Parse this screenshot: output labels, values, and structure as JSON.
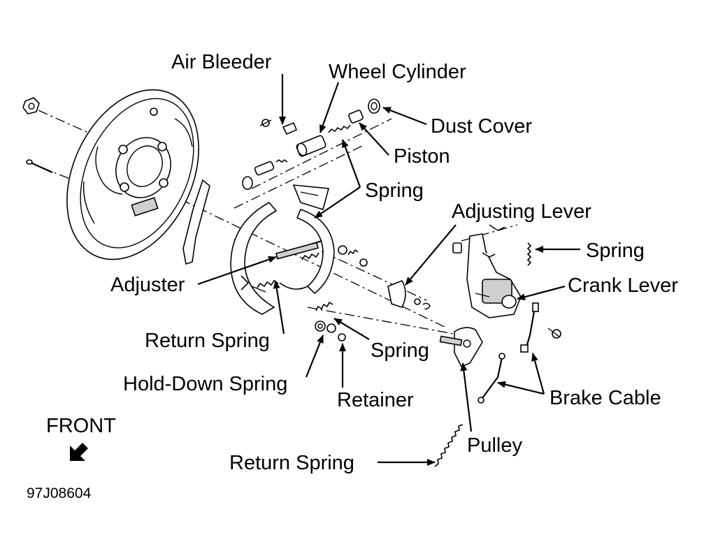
{
  "labels": {
    "air_bleeder": "Air Bleeder",
    "wheel_cylinder": "Wheel Cylinder",
    "dust_cover": "Dust Cover",
    "piston": "Piston",
    "spring_upper": "Spring",
    "adjusting_lever": "Adjusting Lever",
    "spring_right": "Spring",
    "crank_lever": "Crank Lever",
    "adjuster": "Adjuster",
    "return_spring_left": "Return Spring",
    "spring_lower": "Spring",
    "hold_down_spring": "Hold-Down Spring",
    "retainer": "Retainer",
    "brake_cable": "Brake Cable",
    "pulley": "Pulley",
    "return_spring_bottom": "Return Spring",
    "front": "FRONT",
    "figure_id": "97J08604"
  }
}
